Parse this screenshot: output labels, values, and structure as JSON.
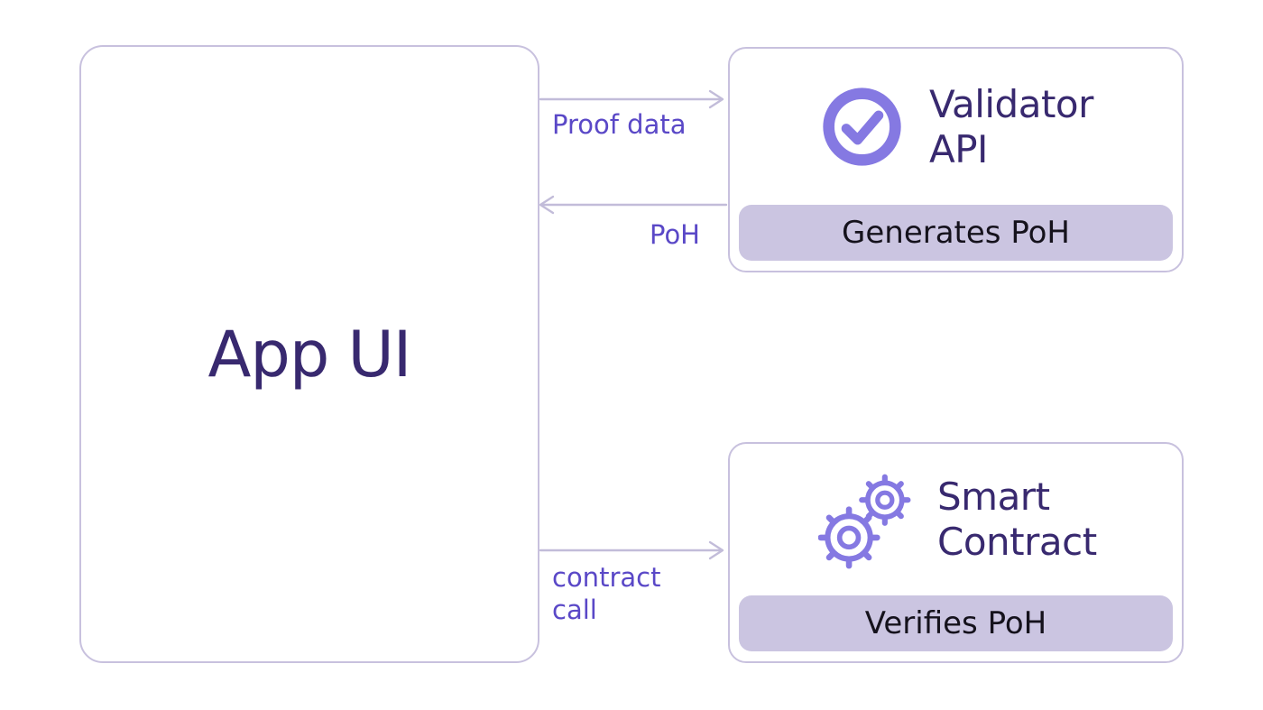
{
  "colors": {
    "icon_purple": "#8579e2",
    "box_border": "#c8c1de",
    "band_bg": "#cbc5e1",
    "heading_text": "#38296f",
    "label_text": "#5a48c7",
    "band_text": "#15121c",
    "arrow_line": "#c2bcd9",
    "canvas_bg": "#ffffff"
  },
  "app_box": {
    "title": "App UI"
  },
  "validator_box": {
    "title": "Validator API",
    "band_label": "Generates PoH",
    "icon": "check-circle-icon"
  },
  "contract_box": {
    "title": "Smart Contract",
    "band_label": "Verifies PoH",
    "icon": "gears-icon"
  },
  "arrows": {
    "proof_data": {
      "label": "Proof data",
      "from": "App UI",
      "to": "Validator API",
      "direction": "right"
    },
    "poh": {
      "label": "PoH",
      "from": "Validator API",
      "to": "App UI",
      "direction": "left"
    },
    "contract_call": {
      "label": "contract call",
      "from": "App UI",
      "to": "Smart Contract",
      "direction": "right"
    }
  }
}
